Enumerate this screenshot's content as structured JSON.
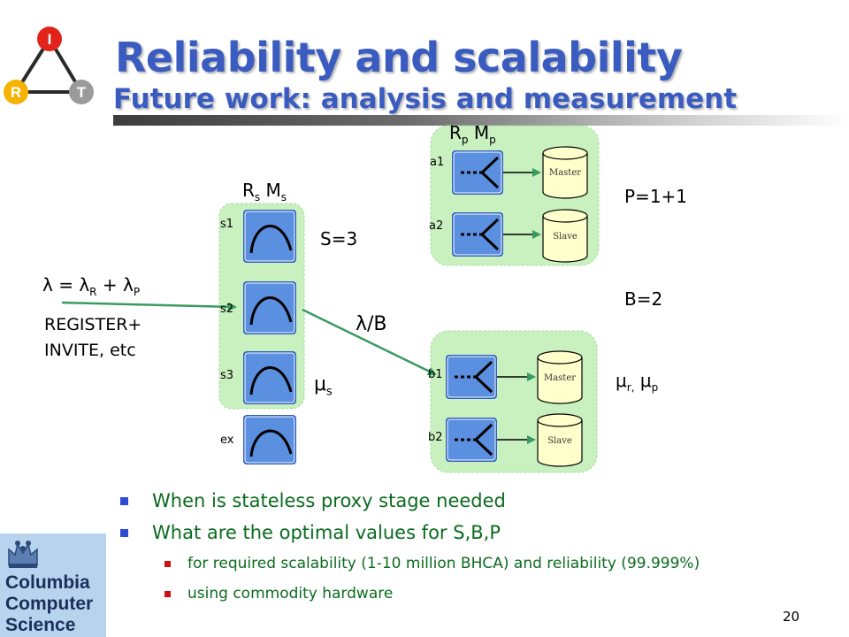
{
  "logo_irt": {
    "top": "I",
    "left": "R",
    "right": "T"
  },
  "title": {
    "main": "Reliability and scalability",
    "sub": "Future work: analysis and measurement"
  },
  "diagram": {
    "lambda_formula": "λ = λR + λP",
    "lambda_parts": {
      "lam": "λ",
      "eq": " = ",
      "lamR": "λ",
      "subR": "R",
      "plus": " + ",
      "lamP": "λ",
      "subP": "P"
    },
    "register_line1": "REGISTER+",
    "register_line2": "INVITE, etc",
    "rs_ms": {
      "R": "R",
      "s1": "s",
      "M": " M",
      "s2": "s"
    },
    "rp_mp": {
      "R": "R",
      "p1": "p",
      "M": " M",
      "p2": "p"
    },
    "stateless_labels": [
      "s1",
      "s2",
      "s3",
      "ex"
    ],
    "s_eq": "S=3",
    "lambda_over_b": "λ/B",
    "mu_s": {
      "mu": "μ",
      "sub": "s"
    },
    "mu_rp": {
      "mu1": "μ",
      "sub1": "r,",
      "mu2": " μ",
      "sub2": "p"
    },
    "group_a_labels": [
      "a1",
      "a2"
    ],
    "group_b_labels": [
      "b1",
      "b2"
    ],
    "db_master": "Master",
    "db_slave": "Slave",
    "p_eq": "P=1+1",
    "b_eq": "B=2"
  },
  "bullets": [
    "When is stateless proxy stage needed",
    "What are the optimal values for S,B,P"
  ],
  "sub_bullets": [
    "for required scalability (1-10 million BHCA) and reliability (99.999%)",
    "using commodity hardware"
  ],
  "footer": {
    "logo_line1": "Columbia",
    "logo_line2": "Computer",
    "logo_line3": "Science",
    "page_number": "20"
  },
  "colors": {
    "title": "#3a5bbf",
    "group_fill": "#c9f0bf",
    "server_fill": "#5b8fe0",
    "arrow": "#3a9a62",
    "bullet_text": "#0b6b1f",
    "db_fill": "#ffffcc"
  }
}
